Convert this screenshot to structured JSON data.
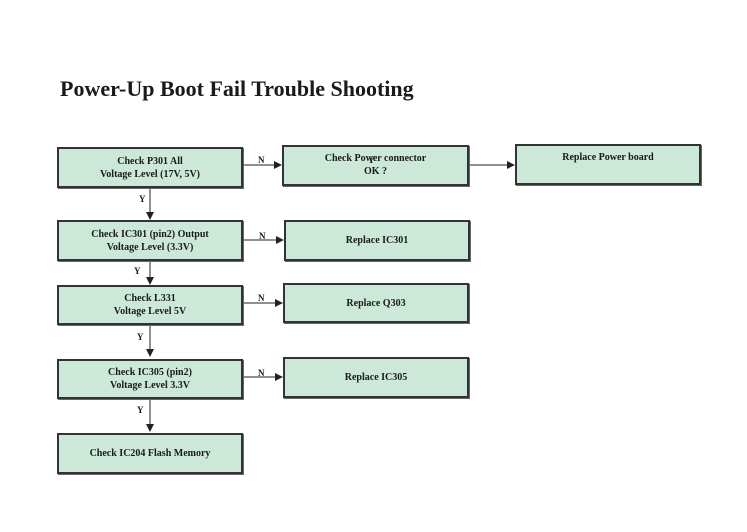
{
  "title": "Power-Up Boot Fail Trouble Shooting",
  "nodes": {
    "check_p301": "Check  P301 All\nVoltage Level (17V, 5V)",
    "check_power_connector": "Check Power connector\nOK ?",
    "replace_power_board": "Replace Power board",
    "check_ic301": "Check  IC301 (pin2) Output\nVoltage Level (3.3V)",
    "replace_ic301": "Replace  IC301",
    "check_l331": "Check L331\nVoltage Level 5V",
    "replace_q303": "Replace Q303",
    "check_ic305": "Check IC305 (pin2)\nVoltage Level 3.3V",
    "replace_ic305": "Replace IC305",
    "check_ic204": "Check IC204 Flash Memory"
  },
  "labels": {
    "no": "N",
    "yes": "Y",
    "overlap_y": "Y"
  },
  "colors": {
    "box_fill": "#cce8d8",
    "box_border": "#333333",
    "line": "#222222"
  }
}
